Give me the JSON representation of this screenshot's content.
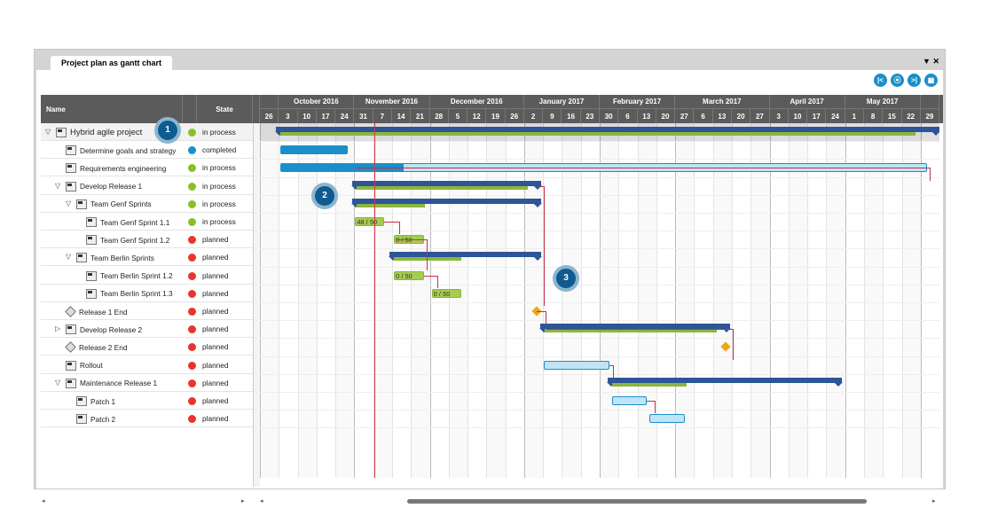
{
  "window": {
    "tab_title": "Project plan as gantt chart",
    "controls": "▼ ✕"
  },
  "toolbar": [
    {
      "name": "go-start",
      "glyph": "|<"
    },
    {
      "name": "go-today",
      "glyph": "⦿"
    },
    {
      "name": "go-end",
      "glyph": ">|"
    },
    {
      "name": "calculator",
      "glyph": "▦"
    }
  ],
  "columns": {
    "name": "Name",
    "state": "State"
  },
  "timeline": {
    "months": [
      {
        "label": "",
        "span": 1
      },
      {
        "label": "October 2016",
        "span": 4
      },
      {
        "label": "November 2016",
        "span": 4
      },
      {
        "label": "December 2016",
        "span": 5
      },
      {
        "label": "January 2017",
        "span": 4
      },
      {
        "label": "February 2017",
        "span": 4
      },
      {
        "label": "March 2017",
        "span": 5
      },
      {
        "label": "April 2017",
        "span": 4
      },
      {
        "label": "May 2017",
        "span": 4
      },
      {
        "label": "",
        "span": 1
      }
    ],
    "weeks": [
      "26",
      "3",
      "10",
      "17",
      "24",
      "31",
      "7",
      "14",
      "21",
      "28",
      "5",
      "12",
      "19",
      "26",
      "2",
      "9",
      "16",
      "23",
      "30",
      "6",
      "13",
      "20",
      "27",
      "6",
      "13",
      "20",
      "27",
      "3",
      "10",
      "17",
      "24",
      "1",
      "8",
      "15",
      "22",
      "29"
    ],
    "today_week": 6.05
  },
  "state_colors": {
    "in process": "#8cbd2b",
    "completed": "#1b8fc9",
    "planned": "#e8352c"
  },
  "rows": [
    {
      "name": "Hybrid agile project",
      "level": 0,
      "toggle": "▽",
      "kind": "summary",
      "state": "in process",
      "start": 0.85,
      "end": 36,
      "progress": 0.97
    },
    {
      "name": "Determine goals and strategy",
      "level": 1,
      "kind": "done",
      "state": "completed",
      "start": 1.08,
      "end": 4.65
    },
    {
      "name": "Requirements engineering",
      "level": 1,
      "kind": "task",
      "state": "in process",
      "start": 1.08,
      "end": 35.35,
      "progress": 0.19
    },
    {
      "name": "Develop Release 1",
      "level": 1,
      "toggle": "▽",
      "kind": "summary",
      "state": "in process",
      "start": 4.9,
      "end": 14.9,
      "progress": 0.95
    },
    {
      "name": "Team Genf Sprints",
      "level": 2,
      "toggle": "▽",
      "kind": "summary",
      "state": "in process",
      "start": 4.9,
      "end": 14.9,
      "progress": 0.38
    },
    {
      "name": "Team Genf Sprint 1.1",
      "level": 3,
      "kind": "sprint",
      "state": "in process",
      "start": 5.04,
      "end": 6.6,
      "label": "48 / 50"
    },
    {
      "name": "Team Genf Sprint 1.2",
      "level": 3,
      "kind": "sprint",
      "state": "planned",
      "start": 7.1,
      "end": 8.7,
      "label": "0 / 50"
    },
    {
      "name": "Team Berlin Sprints",
      "level": 2,
      "toggle": "▽",
      "kind": "summary",
      "state": "planned",
      "start": 6.85,
      "end": 14.9,
      "progress": 0.47
    },
    {
      "name": "Team Berlin Sprint 1.2",
      "level": 3,
      "kind": "sprint",
      "state": "planned",
      "start": 7.1,
      "end": 8.7,
      "label": "0 / 50"
    },
    {
      "name": "Team Berlin Sprint 1.3",
      "level": 3,
      "kind": "sprint",
      "state": "planned",
      "start": 9.1,
      "end": 10.65,
      "label": "0 / 50"
    },
    {
      "name": "Release 1 End",
      "level": 1,
      "kind": "milestone",
      "state": "planned",
      "start": 14.65
    },
    {
      "name": "Develop Release 2",
      "level": 1,
      "toggle": "▷",
      "kind": "summary",
      "state": "planned",
      "start": 14.85,
      "end": 24.9,
      "progress": 0.95
    },
    {
      "name": "Release 2 End",
      "level": 1,
      "kind": "milestone",
      "state": "planned",
      "start": 24.65
    },
    {
      "name": "Rollout",
      "level": 1,
      "kind": "task",
      "state": "planned",
      "start": 15.05,
      "end": 18.5,
      "progress": 0
    },
    {
      "name": "Maintenance Release 1",
      "level": 1,
      "toggle": "▽",
      "kind": "summary",
      "state": "planned",
      "start": 18.4,
      "end": 30.85,
      "progress": 0.33
    },
    {
      "name": "Patch 1",
      "level": 2,
      "kind": "task",
      "state": "planned",
      "start": 18.65,
      "end": 20.5,
      "progress": 0
    },
    {
      "name": "Patch 2",
      "level": 2,
      "kind": "task",
      "state": "planned",
      "start": 20.65,
      "end": 22.5,
      "progress": 0
    }
  ],
  "callouts": [
    "1",
    "2",
    "3"
  ],
  "scroll": {
    "left": "◂",
    "right": "▸"
  }
}
